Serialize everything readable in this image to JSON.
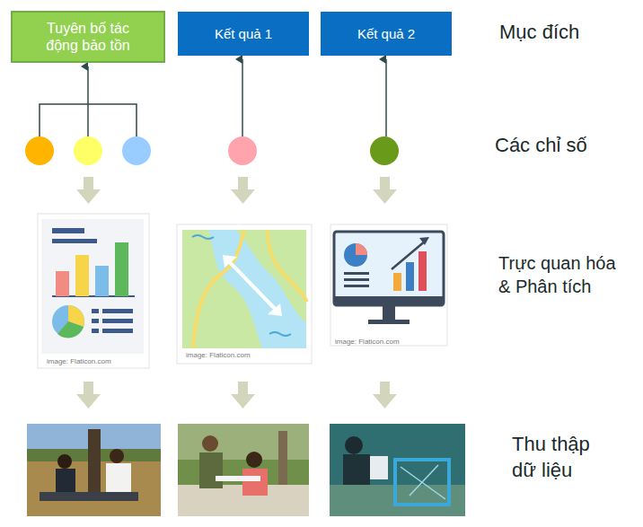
{
  "diagram": {
    "nodes": [
      {
        "text": [
          "Tuyên bố tác động bảo tồn"
        ]
      },
      {
        "text": [
          "Kết quả 1"
        ]
      },
      {
        "text": [
          "Kết quả 2"
        ]
      }
    ],
    "labels": [
      "Mục đích",
      "Các chỉ số",
      "Trực quan hóa & Phân tích",
      "Thu thập dữ liệu",
      "image: Flaticon.com",
      "image: Flaticon.com",
      "image: Flaticon.com"
    ]
  }
}
